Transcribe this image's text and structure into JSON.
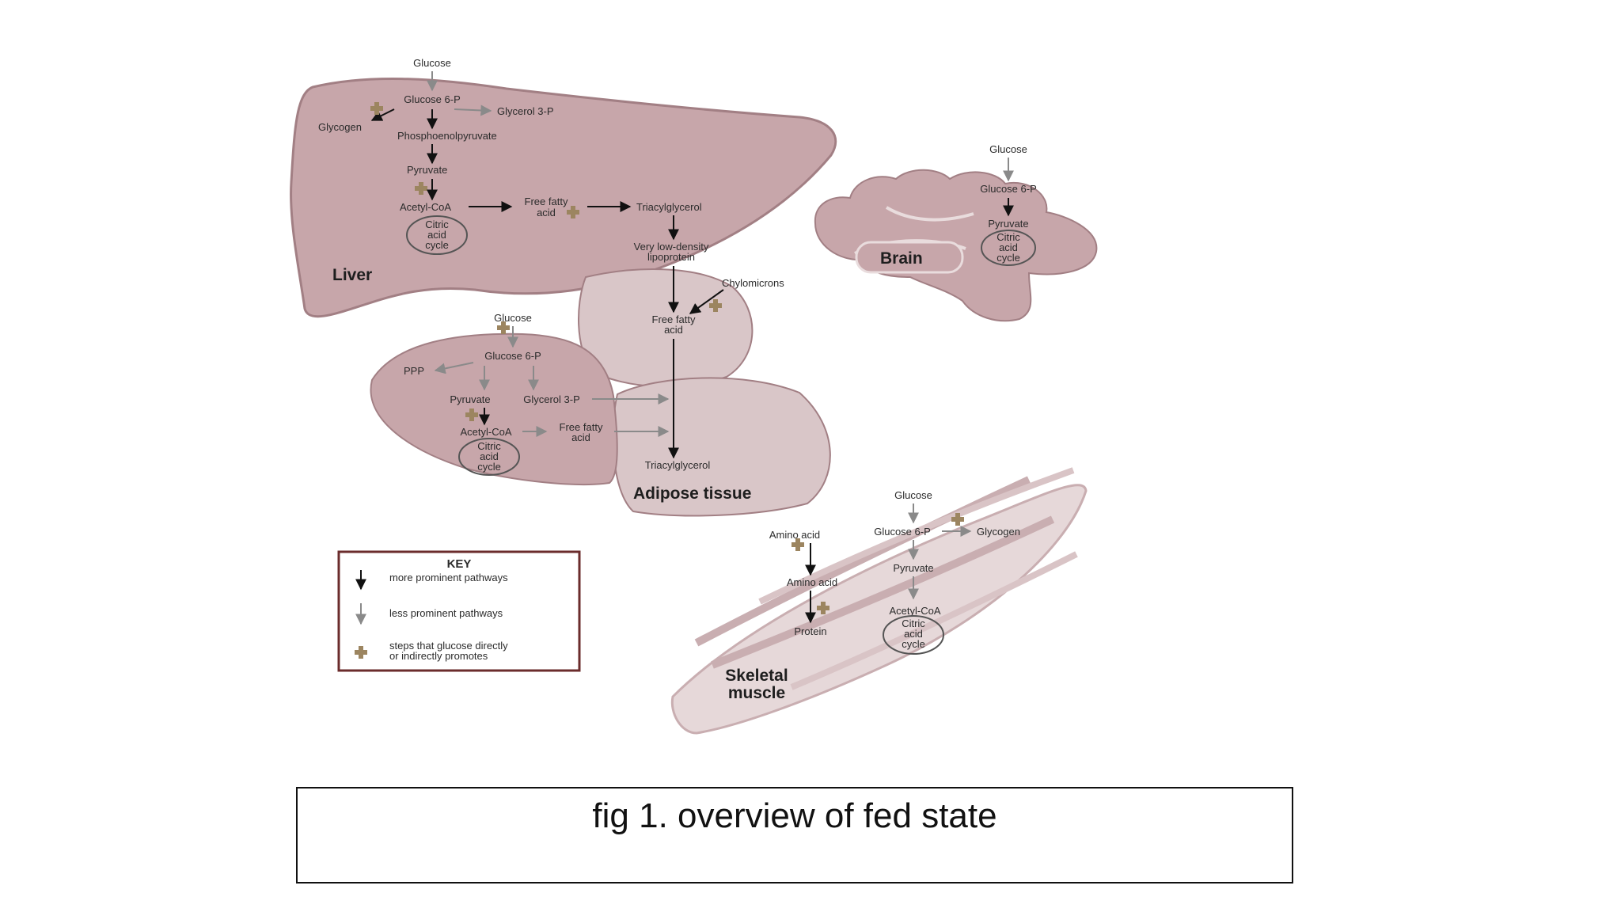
{
  "caption": "fig 1. overview of fed state",
  "colors": {
    "organ_fill": "#c7a6aa",
    "organ_stroke": "#a27f84",
    "adipose_fill": "#d9c6c8",
    "muscle_fill": "#e6d8d9",
    "muscle_band": "#c9aeb1",
    "dark_arrow": "#111111",
    "light_arrow": "#8a8a8a",
    "promote_mark": "#9c8560",
    "key_border": "#6b2c2c"
  },
  "liver": {
    "title": "Liver",
    "glucose": "Glucose",
    "glucose6p": "Glucose 6-P",
    "glycerol3p": "Glycerol 3-P",
    "glycogen": "Glycogen",
    "pep": "Phosphoenolpyruvate",
    "pyruvate": "Pyruvate",
    "acetylcoa": "Acetyl-CoA",
    "ffa": [
      "Free fatty",
      "acid"
    ],
    "tag": "Triacylglycerol",
    "cycle": [
      "Citric",
      "acid",
      "cycle"
    ]
  },
  "vldl": [
    "Very low-density",
    "lipoprotein"
  ],
  "chylomicrons": "Chylomicrons",
  "brain": {
    "title": "Brain",
    "glucose": "Glucose",
    "glucose6p": "Glucose 6-P",
    "pyruvate": "Pyruvate",
    "cycle": [
      "Citric",
      "acid",
      "cycle"
    ]
  },
  "adipose": {
    "title": "Adipose tissue",
    "glucose": "Glucose",
    "glucose6p": "Glucose 6-P",
    "ppp": "PPP",
    "pyruvate": "Pyruvate",
    "glycerol3p": "Glycerol 3-P",
    "acetylcoa": "Acetyl-CoA",
    "ffa_inner": [
      "Free fatty",
      "acid"
    ],
    "ffa_top": [
      "Free fatty",
      "acid"
    ],
    "tag": "Triacylglycerol",
    "cycle": [
      "Citric",
      "acid",
      "cycle"
    ]
  },
  "muscle": {
    "title": [
      "Skeletal",
      "muscle"
    ],
    "glucose": "Glucose",
    "glucose6p": "Glucose 6-P",
    "glycogen": "Glycogen",
    "pyruvate": "Pyruvate",
    "acetylcoa": "Acetyl-CoA",
    "cycle": [
      "Citric",
      "acid",
      "cycle"
    ],
    "amino_in": "Amino acid",
    "amino": "Amino acid",
    "protein": "Protein"
  },
  "key": {
    "title": "KEY",
    "more": "more prominent pathways",
    "less": "less prominent pathways",
    "promote": [
      "steps that glucose directly",
      "or indirectly promotes"
    ]
  }
}
